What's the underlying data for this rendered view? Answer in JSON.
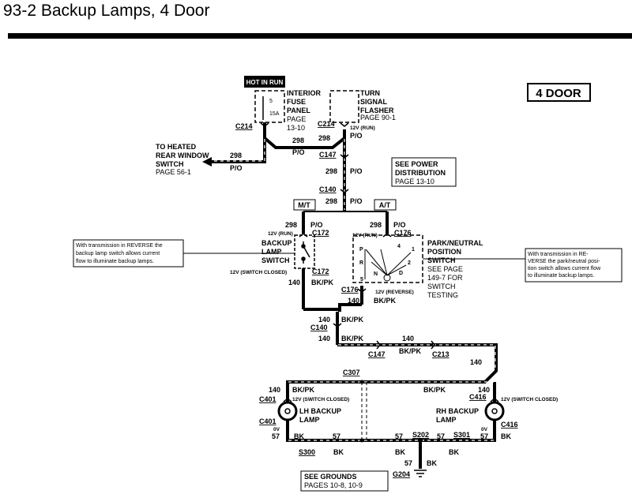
{
  "title": "93-2 Backup Lamps, 4 Door",
  "badge": "4 DOOR",
  "hot_in_run": "HOT IN RUN",
  "mt": "M/T",
  "at": "A/T",
  "fuse_panel": {
    "l1": "INTERIOR",
    "l2": "FUSE",
    "l3": "PANEL",
    "l4": "PAGE",
    "l5": "13-10",
    "fuse_no": "5",
    "fuse_amp": "15A"
  },
  "flasher": {
    "l1": "TURN",
    "l2": "SIGNAL",
    "l3": "FLASHER",
    "l4": "PAGE 90-1"
  },
  "heated": {
    "l1": "TO HEATED",
    "l2": "REAR WINDOW",
    "l3": "SWITCH",
    "l4": "PAGE 56-1"
  },
  "power": {
    "l1": "SEE POWER",
    "l2": "DISTRIBUTION",
    "l3": "PAGE 13-10"
  },
  "backup_switch": {
    "l1": "BACKUP",
    "l2": "LAMP",
    "l3": "SWITCH"
  },
  "pn_switch": {
    "l1": "PARK/NEUTRAL",
    "l2": "POSITION",
    "l3": "SWITCH",
    "l4": "SEE PAGE",
    "l5": "149-7 FOR",
    "l6": "SWITCH",
    "l7": "TESTING"
  },
  "pn_letters": {
    "p": "P",
    "r": "R",
    "n": "N",
    "d": "D",
    "n4": "4",
    "n1": "1",
    "n2": "2",
    "n5": "5"
  },
  "notes": {
    "mt_l1": "With transmission in REVERSE the",
    "mt_l2": "backup lamp switch allows current",
    "mt_l3": "flow to illuminate backup lamps.",
    "at_l1": "With transmission in RE-",
    "at_l2": "VERSE the park/neutral posi-",
    "at_l3": "tion switch allows current flow",
    "at_l4": "to illuminate backup lamps."
  },
  "lh_lamp": {
    "l1": "LH BACKUP",
    "l2": "LAMP"
  },
  "rh_lamp": {
    "l1": "RH BACKUP",
    "l2": "LAMP"
  },
  "grounds": {
    "l1": "SEE GROUNDS",
    "l2": "PAGES 10-8, 10-9"
  },
  "connectors": {
    "c214": "C214",
    "c147": "C147",
    "c140": "C140",
    "c172": "C172",
    "c176": "C176",
    "c213": "C213",
    "c307": "C307",
    "c401": "C401",
    "c416": "C416",
    "s300": "S300",
    "s202": "S202",
    "s301": "S301",
    "g204": "G204"
  },
  "wires": {
    "w298": "298",
    "w140": "140",
    "w57": "57",
    "po": "P/O",
    "bkpk": "BK/PK",
    "bk": "BK"
  },
  "voltages": {
    "run": "12V (RUN)",
    "sw_closed": "12V (SWITCH CLOSED)",
    "reverse": "12V (REVERSE)",
    "ov": "0V"
  }
}
